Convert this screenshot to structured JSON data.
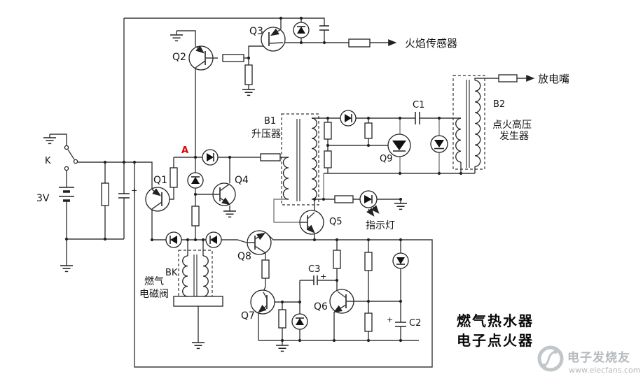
{
  "diagram": {
    "title_line1": "燃气热水器",
    "title_line2": "电子点火器",
    "labels": {
      "q1": "Q1",
      "q2": "Q2",
      "q3": "Q3",
      "q4": "Q4",
      "q5": "Q5",
      "q6": "Q6",
      "q7": "Q7",
      "q8": "Q8",
      "q9": "Q9",
      "b1": "B1",
      "b1_name": "升压器",
      "b2": "B2",
      "b2_name1": "点火高压",
      "b2_name2": "发生器",
      "bk": "BK",
      "bk_name1": "燃气",
      "bk_name2": "电磁阀",
      "c1": "C1",
      "c2": "C2",
      "c3": "C3",
      "k": "K",
      "battery_voltage": "3V",
      "node_a": "A",
      "flame_sensor": "火焰传感器",
      "discharge_nozzle": "放电嘴",
      "indicator_lamp": "指示灯",
      "plus": "+"
    },
    "colors": {
      "node_a": "#dd0000",
      "wire": "#3a3a3a",
      "watermark": "#b5b9bc"
    }
  },
  "watermark": {
    "brand": "电子发烧友",
    "site": "www.elecfans.com"
  }
}
